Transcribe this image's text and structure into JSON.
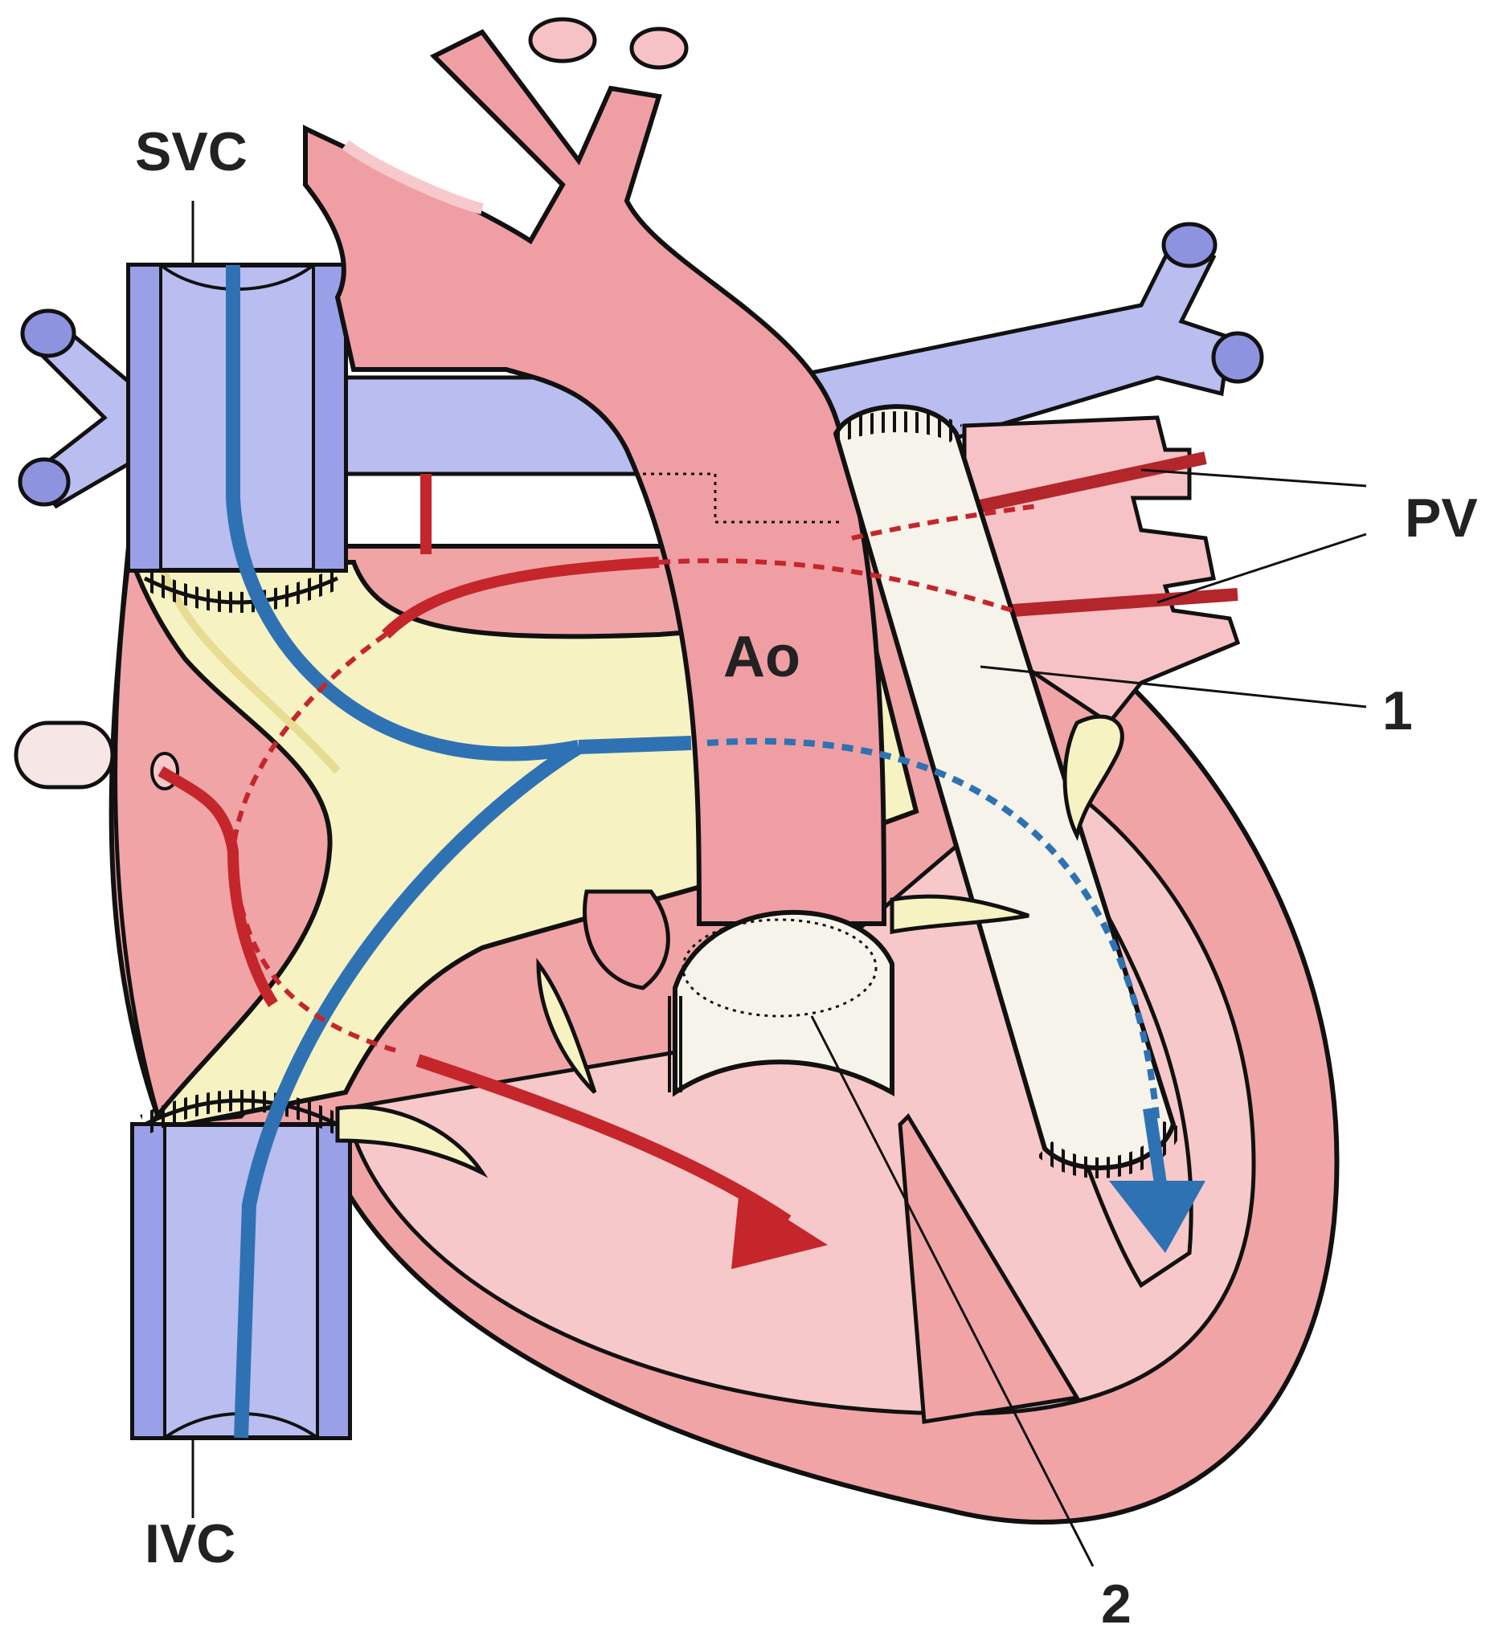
{
  "labels": {
    "svc": "SVC",
    "ivc": "IVC",
    "ao": "Ao",
    "pv": "PV",
    "one": "1",
    "two": "2"
  },
  "colors": {
    "vein": "#b9bdf0",
    "vein_dark": "#8e93e0",
    "artery": "#ef9ea4",
    "artery_light": "#f6c2c5",
    "heart_wall": "#f0a4a6",
    "heart_cavity": "#f7c8c9",
    "baffle": "#f7f2c2",
    "patch": "#f6f3ea",
    "blue_flow": "#2f72b4",
    "red_flow": "#c4262c",
    "outline": "#111111",
    "label_text": "#222222"
  }
}
